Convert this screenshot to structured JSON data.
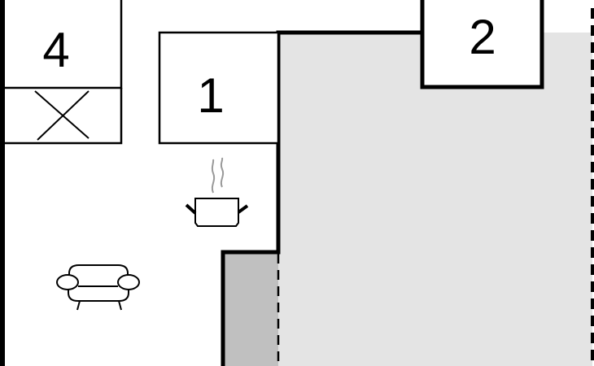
{
  "rooms": [
    {
      "label": "1"
    },
    {
      "label": "2"
    },
    {
      "label": "4"
    }
  ],
  "icons": [
    "cooking-pot-icon",
    "sofa-icon",
    "cross-marker-icon"
  ],
  "colors": {
    "outdoor_zone": "#e4e4e4",
    "terrace_zone": "#c0c0c0",
    "wall": "#000000",
    "steam": "#999999"
  }
}
